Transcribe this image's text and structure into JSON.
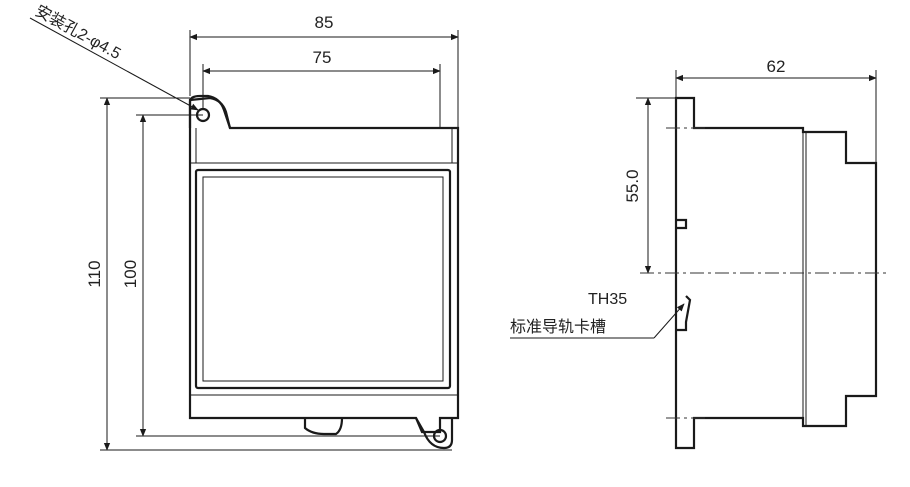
{
  "front_view": {
    "width_overall": "85",
    "width_inner": "75",
    "height_overall": "110",
    "height_inner": "100",
    "mounting_hole_note": "安装孔2-φ4.5"
  },
  "side_view": {
    "depth": "62",
    "rail_height": "55.0",
    "rail_type": "TH35",
    "rail_note": "标准导轨卡槽"
  }
}
